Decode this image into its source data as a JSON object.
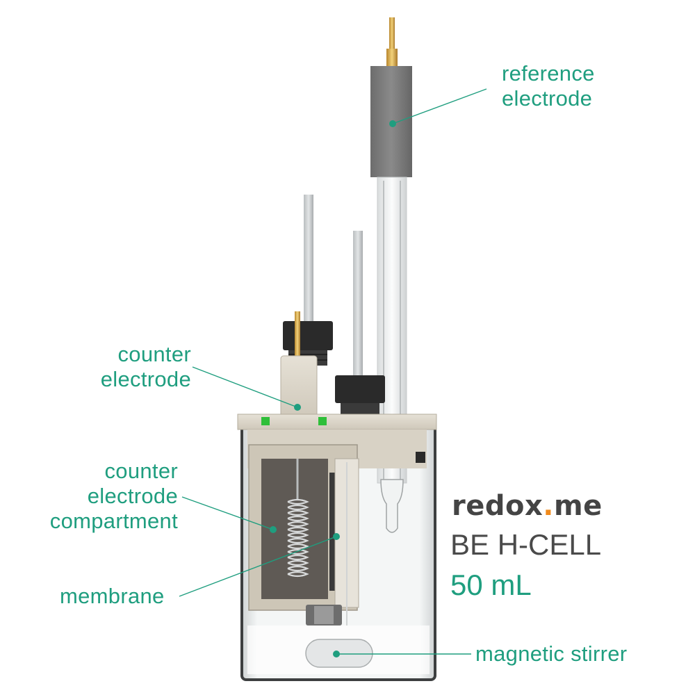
{
  "colors": {
    "accent": "#1f9e7f",
    "brand_dark": "#444444",
    "brand_dot": "#f08a1c",
    "product_text": "#4a4a4a"
  },
  "labels": {
    "reference_electrode": [
      "reference",
      "electrode"
    ],
    "counter_electrode": [
      "counter",
      "electrode"
    ],
    "counter_electrode_compartment": [
      "counter",
      "electrode",
      "compartment"
    ],
    "membrane": "membrane",
    "magnetic_stirrer": "magnetic stirrer"
  },
  "brand": {
    "part1": "redox",
    "dot": ".",
    "part2": "me"
  },
  "product": {
    "name": "BE H-CELL",
    "volume": "50 mL"
  }
}
